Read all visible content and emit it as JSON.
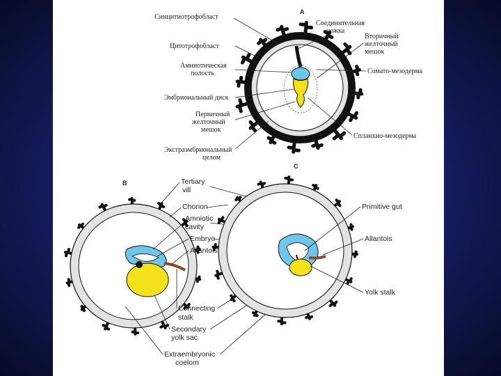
{
  "colors": {
    "background": "#1a2370",
    "amnion": "#6fc6ea",
    "yolk_sac": "#f3e11a",
    "chorion": "#e3e3e3",
    "villi": "#111111"
  },
  "panel_a": {
    "letter": "A",
    "labels_left": [
      "Синцитиотрофобласт",
      "Цитотрофобласт",
      "Амниотическая",
      "полость",
      "Эмбриональный диск",
      "Первичный",
      "желточный",
      "мешок",
      "Экстраэмбриональный",
      "целом"
    ],
    "labels_right": [
      "Соединительная",
      "ножка",
      "Вторичный",
      "желточный",
      "мешок",
      "Сомато-мезодерма",
      "Спланхно-мезодерма"
    ]
  },
  "panel_b": {
    "letter": "B",
    "labels": [
      "Tertiary",
      "vill",
      "Chorion",
      "Amniotic",
      "cavity",
      "Embryo",
      "Allantois",
      "Connecting",
      "stalk",
      "Secondary",
      "yolk sac",
      "Extraembryonic",
      "coelom"
    ]
  },
  "panel_c": {
    "letter": "C",
    "labels": [
      "Primitive gut",
      "Allantois",
      "Yolk stalk"
    ]
  }
}
